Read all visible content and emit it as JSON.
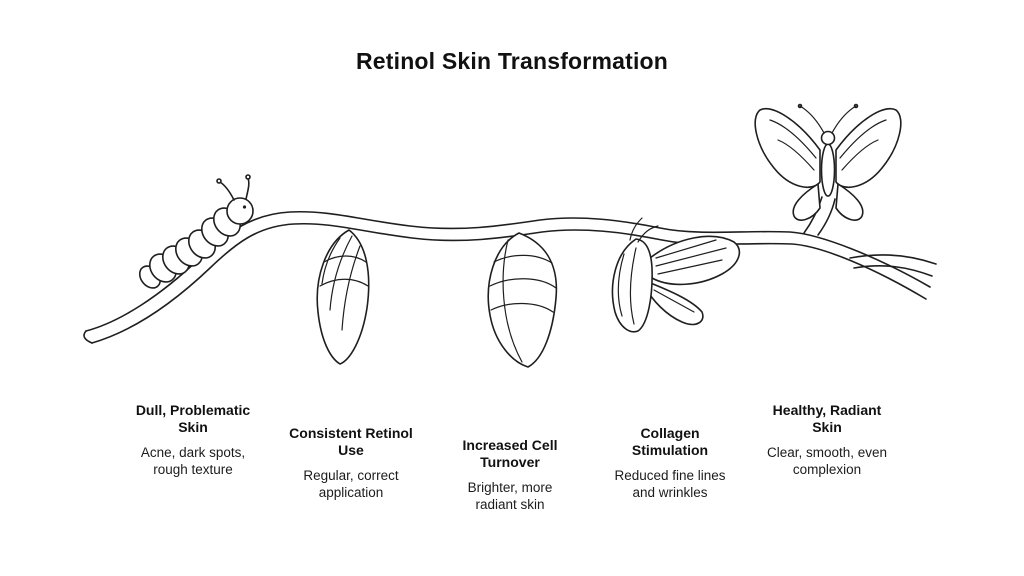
{
  "title": "Retinol Skin Transformation",
  "colors": {
    "line": "#1f1f1f",
    "background": "#ffffff",
    "heading_text": "#111111",
    "body_text": "#1c1c1c"
  },
  "illustration": {
    "branch": "branch-icon",
    "icons": [
      "caterpillar-icon",
      "chrysalis-early-icon",
      "chrysalis-late-icon",
      "emerging-butterfly-icon",
      "butterfly-icon"
    ]
  },
  "stages": [
    {
      "heading": "Dull, Problematic Skin",
      "description": "Acne, dark spots, rough texture",
      "icon": "caterpillar-icon"
    },
    {
      "heading": "Consistent Retinol Use",
      "description": "Regular, correct application",
      "icon": "chrysalis-early-icon"
    },
    {
      "heading": "Increased Cell Turnover",
      "description": "Brighter, more radiant skin",
      "icon": "chrysalis-late-icon"
    },
    {
      "heading": "Collagen Stimulation",
      "description": "Reduced fine lines and wrinkles",
      "icon": "emerging-butterfly-icon"
    },
    {
      "heading": "Healthy, Radiant Skin",
      "description": "Clear, smooth, even complexion",
      "icon": "butterfly-icon"
    }
  ]
}
